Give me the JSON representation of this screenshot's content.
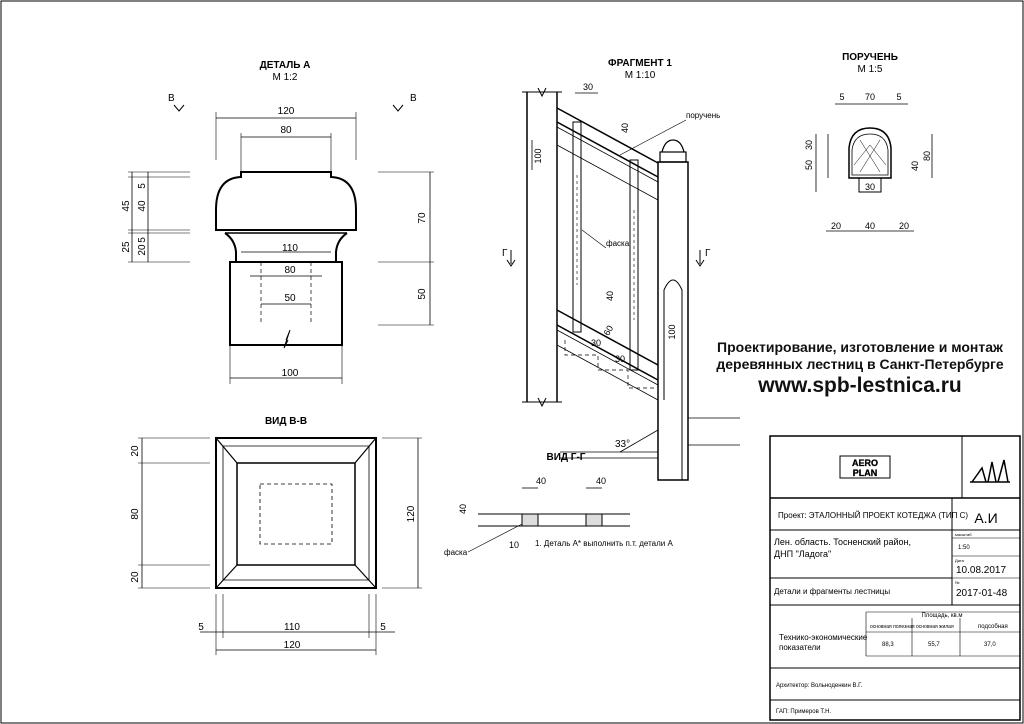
{
  "views": {
    "detail_a": {
      "title": "ДЕТАЛЬ А",
      "scale": "М 1:2"
    },
    "fragment_1": {
      "title": "ФРАГМЕНТ 1",
      "scale": "М 1:10"
    },
    "handrail": {
      "title": "ПОРУЧЕНЬ",
      "scale": "М 1:5"
    },
    "view_bb": {
      "title": "ВИД В-В"
    },
    "view_gg": {
      "title": "ВИД Г-Г"
    }
  },
  "section_marks": {
    "b": "В",
    "g": "Г"
  },
  "labels": {
    "handrail_leader": "поручень",
    "chamfer": "фаска",
    "note": "1. Деталь А* выполнить п.т. детали А"
  },
  "dims": {
    "d120": "120",
    "d80": "80",
    "d110": "110",
    "d50": "50",
    "d100": "100",
    "d45": "45",
    "d5": "5",
    "d40": "40",
    "d25": "25",
    "d20": "20",
    "d70": "70",
    "d30": "30",
    "d10": "10",
    "d60": "60",
    "angle": "33°"
  },
  "ad": {
    "line1": "Проектирование, изготовление и монтаж",
    "line2": "деревянных лестниц в Санкт-Петербурге",
    "url": "www.spb-lestnica.ru"
  },
  "title_block": {
    "logo_top": "AERO",
    "logo_bottom": "PLAN",
    "project": "Проект: ЭТАЛОННЫЙ ПРОЕКТ КОТЕДЖА (ТИП С)",
    "stage_code": "А.И",
    "location_1": "Лен. область. Тосненский район,",
    "location_2": "ДНП \"Ладога\"",
    "scale_label": "масштаб",
    "scale_value": "1:50",
    "date_label": "Дата",
    "date_value": "10.08.2017",
    "sheet_title": "Детали и фрагменты лестницы",
    "number_label": "№",
    "number_value": "2017-01-48",
    "tep_label_1": "Технико-экономические",
    "tep_label_2": "показатели",
    "area_header": "Площадь, кв.м",
    "col1": "основная полезная",
    "col2": "основная жилая",
    "col3": "подсобная",
    "val1": "88,3",
    "val2": "55,7",
    "val3": "37,0",
    "architect": "Архитектор: Вольноденкин В.Г.",
    "gap": "ГАП: Примеров Т.Н."
  }
}
